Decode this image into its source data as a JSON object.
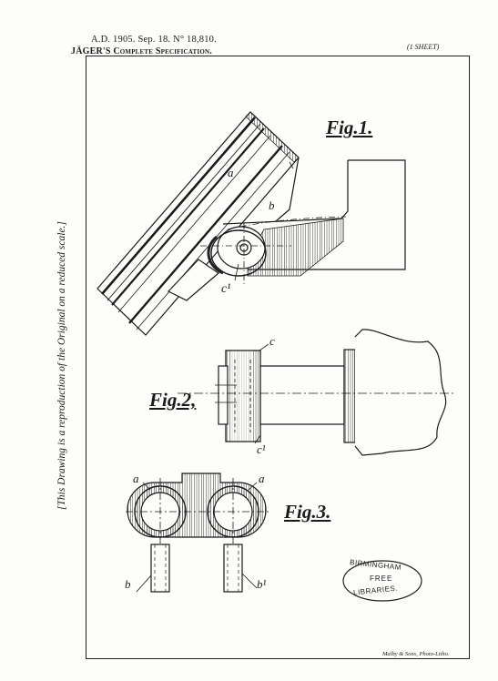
{
  "header": {
    "date_line": "A.D. 1905. Sep. 18. N° 18,810.",
    "title_line": "JÄGER'S Complete Specification.",
    "sheet_note": "(1 SHEET)"
  },
  "side_note": "[This Drawing is a reproduction of the Original on a reduced scale.]",
  "figures": {
    "fig1_label": "Fig.1.",
    "fig2_label": "Fig.2,",
    "fig3_label": "Fig.3."
  },
  "reference_letters": {
    "fig1_a": "a",
    "fig1_b": "b",
    "fig1_c1": "c¹",
    "fig2_c": "c",
    "fig2_c1": "c¹",
    "fig3_a_left": "a",
    "fig3_a_right": "a",
    "fig3_b": "b",
    "fig3_b1": "b¹"
  },
  "stamp": {
    "top_text": "BIRMINGHAM",
    "middle_text": "FREE",
    "bottom_text": "LIBRARIES."
  },
  "footer": "Malby & Sons, Photo-Litho."
}
